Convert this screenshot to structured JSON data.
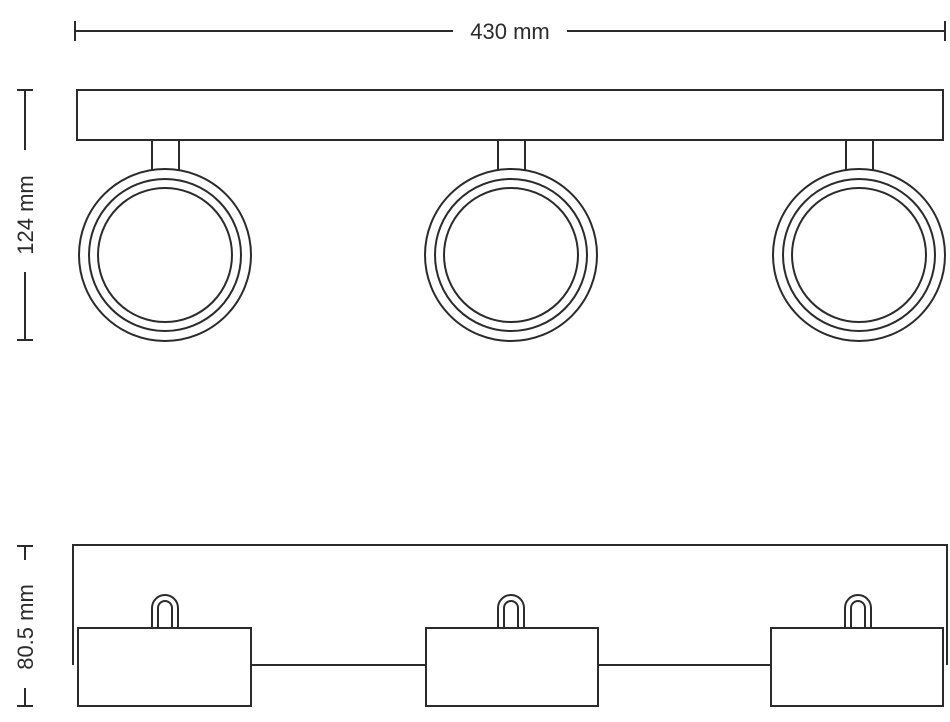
{
  "dimensions": {
    "width": "430 mm",
    "front_height": "124 mm",
    "side_height": "80.5 mm"
  },
  "spotlight_count": 3,
  "line_color": "#2b2b2b",
  "background_color": "#ffffff"
}
